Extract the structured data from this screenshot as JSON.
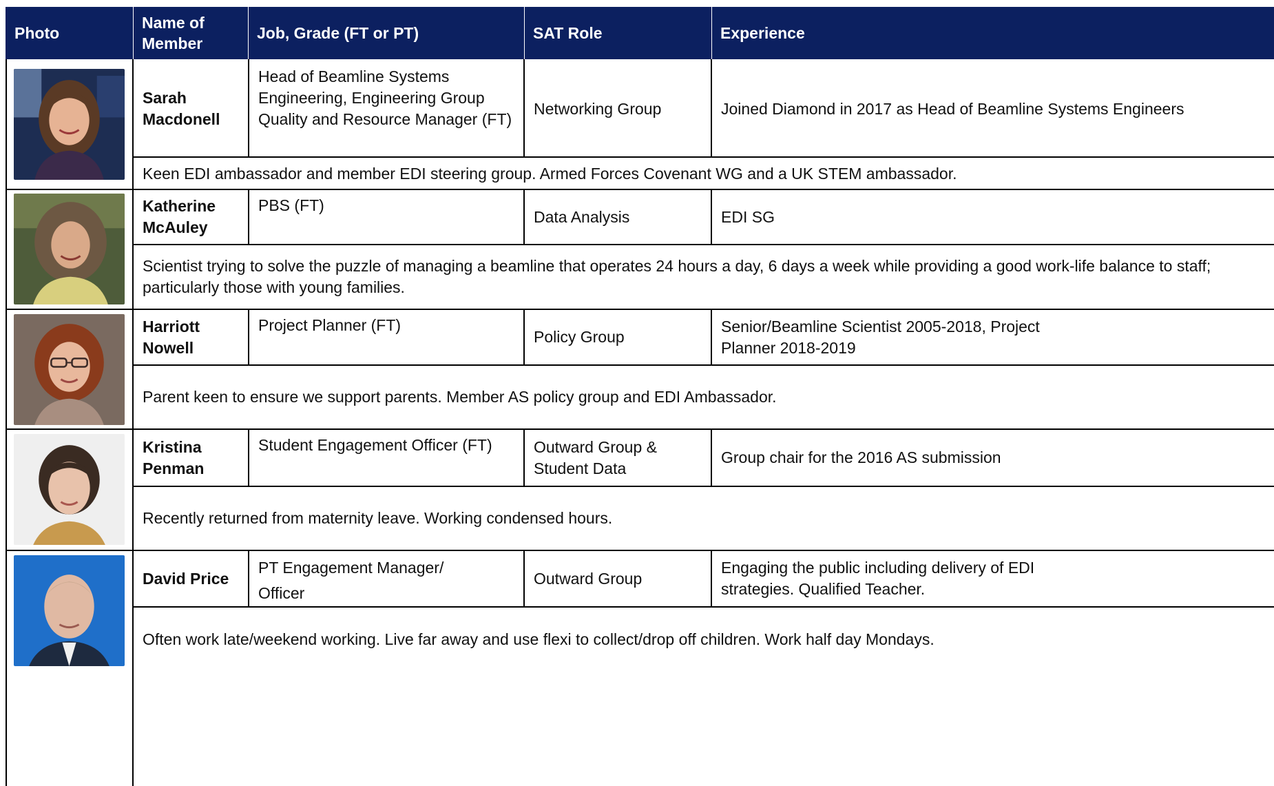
{
  "headers": {
    "photo": "Photo",
    "name": "Name of Member",
    "job": "Job, Grade (FT or PT)",
    "sat_role": "SAT Role",
    "experience": "Experience"
  },
  "members": [
    {
      "name": "Sarah Macdonell",
      "job": "Head of Beamline Systems Engineering, Engineering Group Quality and Resource Manager (FT)",
      "sat_role": "Networking Group",
      "experience": "Joined Diamond in 2017 as Head of Beamline Systems Engineers",
      "note": "Keen EDI ambassador and member EDI steering group. Armed Forces Covenant WG and a UK STEM ambassador."
    },
    {
      "name": "Katherine McAuley",
      "job": "PBS (FT)",
      "sat_role": "Data Analysis",
      "experience": "EDI SG",
      "note": "Scientist trying to solve the puzzle of managing a beamline that operates 24 hours a day, 6 days a week while providing a good work-life balance to staff; particularly those with young families."
    },
    {
      "name": "Harriott Nowell",
      "job": "Project Planner (FT)",
      "sat_role": "Policy Group",
      "experience": "Senior/Beamline Scientist 2005-2018, Project Planner 2018-2019",
      "note": "Parent keen to ensure we support parents. Member AS policy group and EDI Ambassador."
    },
    {
      "name": "Kristina Penman",
      "job": "Student Engagement Officer (FT)",
      "sat_role": "Outward Group & Student Data",
      "experience": "Group chair for the 2016 AS submission",
      "note": "Recently returned from maternity leave. Working condensed hours."
    },
    {
      "name": "David Price",
      "job": "PT Engagement Manager/ Officer",
      "sat_role": "Outward Group",
      "experience": "Engaging the public including delivery of EDI strategies. Qualified Teacher.",
      "note": "Often work late/weekend working. Live far away and use flexi to collect/drop off children. Work half day Mondays."
    }
  ],
  "colors": {
    "header_bg": "#0c2060",
    "header_text": "#ffffff",
    "rule": "#000000"
  }
}
